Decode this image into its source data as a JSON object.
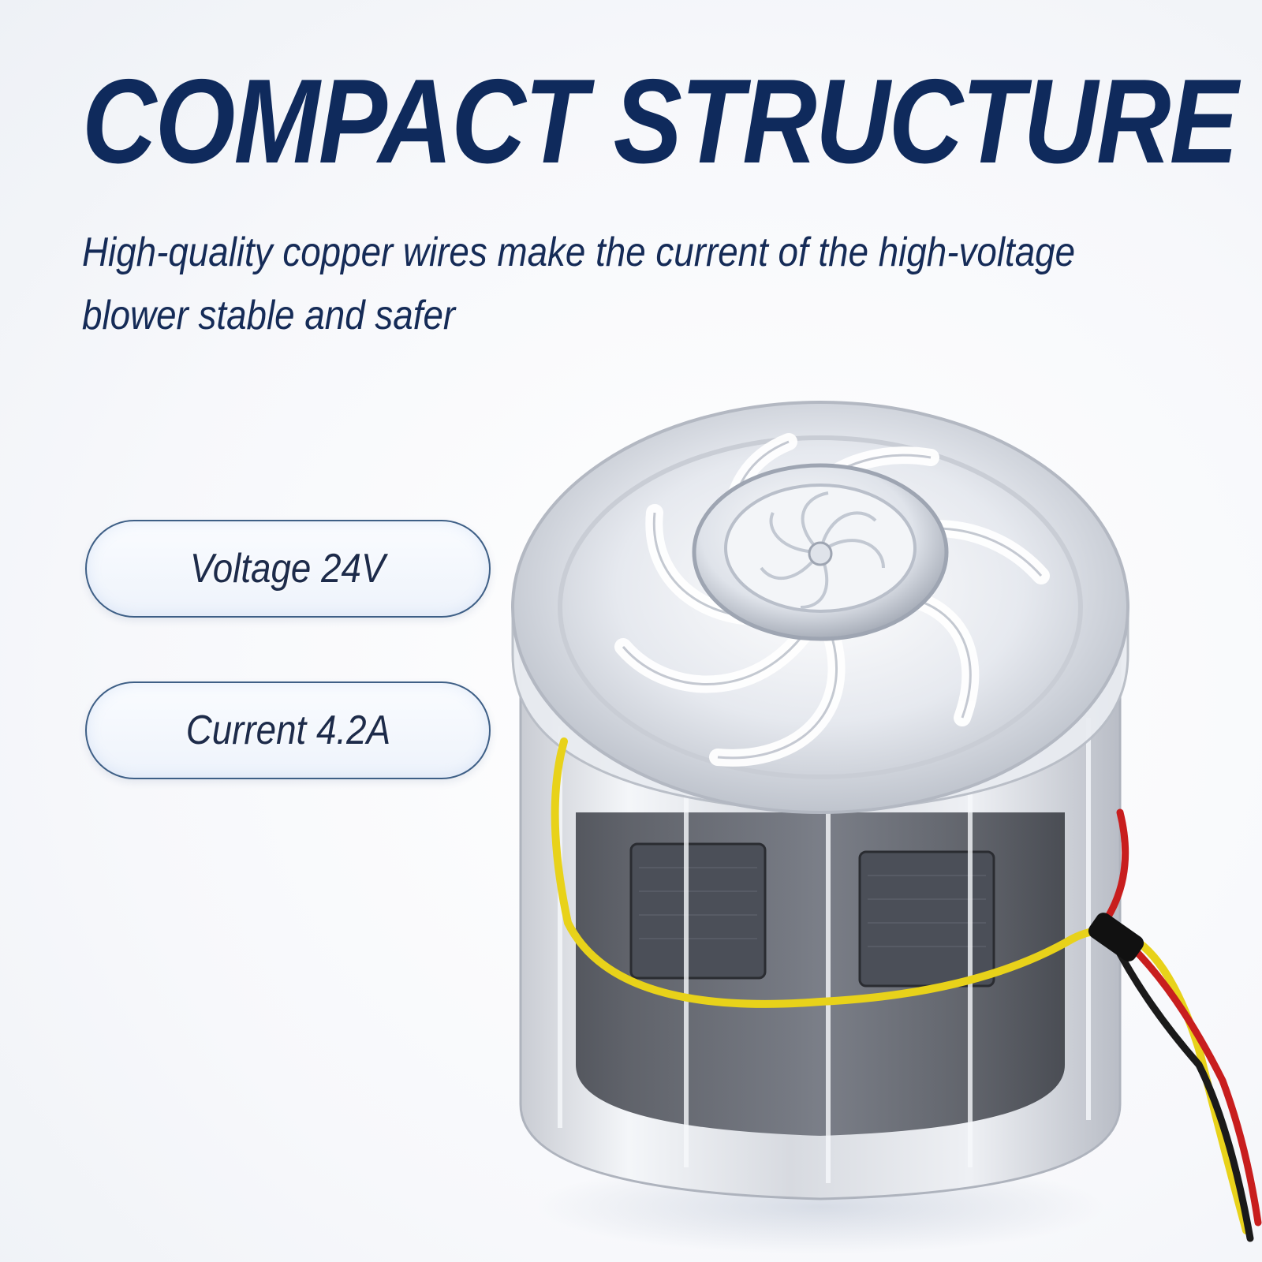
{
  "heading": {
    "title": "COMPACT STRUCTURE",
    "subtitle": "High-quality copper wires make the current of the high-voltage blower stable and safer"
  },
  "specs": [
    {
      "label": "Voltage 24V"
    },
    {
      "label": "Current 4.2A"
    }
  ],
  "product": {
    "name_icon": "transparent-blower-motor",
    "wire_colors": [
      "#e8d21a",
      "#c81e1e",
      "#1a1a1a"
    ],
    "accent_color": "#0f2a5c"
  }
}
